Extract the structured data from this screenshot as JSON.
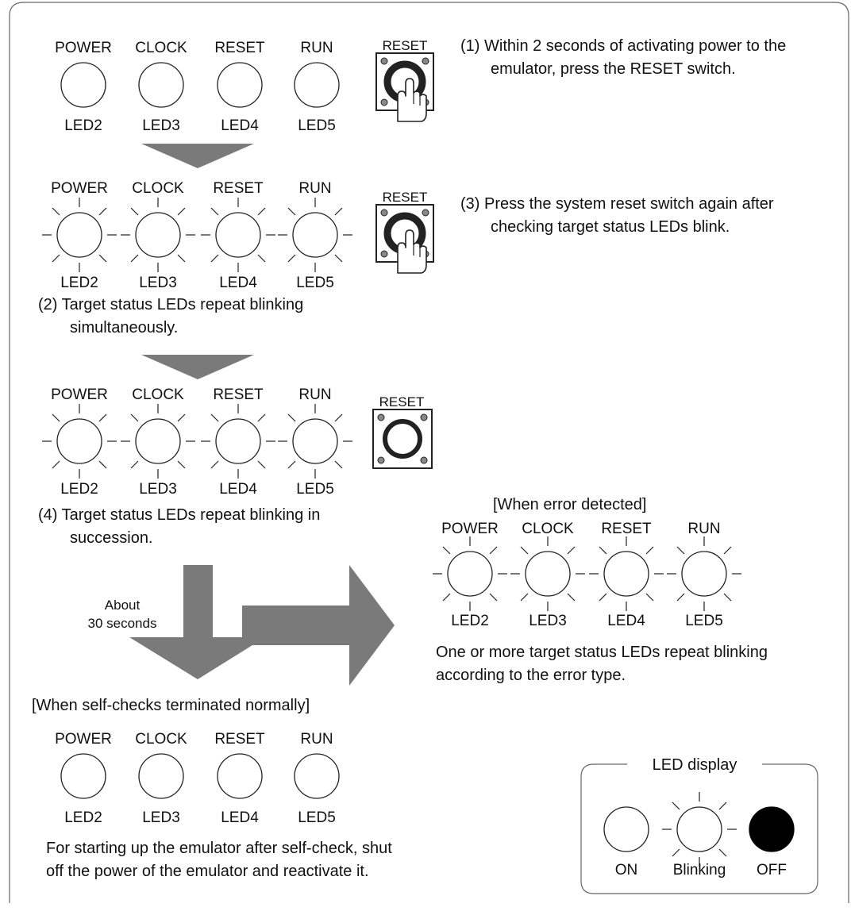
{
  "step1": {
    "leds": [
      {
        "name": "POWER",
        "id": "LED2",
        "state": "on"
      },
      {
        "name": "CLOCK",
        "id": "LED3",
        "state": "on"
      },
      {
        "name": "RESET",
        "id": "LED4",
        "state": "on"
      },
      {
        "name": "RUN",
        "id": "LED5",
        "state": "on"
      }
    ],
    "switch_label": "RESET",
    "note_l1": "(1) Within 2 seconds of activating power to the",
    "note_l2": "emulator, press the RESET switch."
  },
  "step2": {
    "leds": [
      {
        "name": "POWER",
        "id": "LED2",
        "state": "blinking"
      },
      {
        "name": "CLOCK",
        "id": "LED3",
        "state": "blinking"
      },
      {
        "name": "RESET",
        "id": "LED4",
        "state": "blinking"
      },
      {
        "name": "RUN",
        "id": "LED5",
        "state": "blinking"
      }
    ],
    "switch_label": "RESET",
    "note3_l1": "(3) Press the system reset switch again after",
    "note3_l2": "checking target status LEDs blink.",
    "note2_l1": "(2) Target status LEDs repeat blinking",
    "note2_l2": "simultaneously."
  },
  "step4": {
    "leds": [
      {
        "name": "POWER",
        "id": "LED2",
        "state": "blinking"
      },
      {
        "name": "CLOCK",
        "id": "LED3",
        "state": "blinking"
      },
      {
        "name": "RESET",
        "id": "LED4",
        "state": "blinking"
      },
      {
        "name": "RUN",
        "id": "LED5",
        "state": "blinking"
      }
    ],
    "switch_label": "RESET",
    "note_l1": "(4) Target status LEDs repeat blinking in",
    "note_l2": "succession."
  },
  "timing": {
    "l1": "About",
    "l2": "30 seconds"
  },
  "error": {
    "title": "[When error detected]",
    "leds": [
      {
        "name": "POWER",
        "id": "LED2",
        "state": "blinking"
      },
      {
        "name": "CLOCK",
        "id": "LED3",
        "state": "blinking"
      },
      {
        "name": "RESET",
        "id": "LED4",
        "state": "blinking"
      },
      {
        "name": "RUN",
        "id": "LED5",
        "state": "blinking"
      }
    ],
    "note_l1": "One or more target status LEDs repeat blinking",
    "note_l2": "according to the error type."
  },
  "normal": {
    "title": "[When self-checks terminated normally]",
    "leds": [
      {
        "name": "POWER",
        "id": "LED2",
        "state": "on"
      },
      {
        "name": "CLOCK",
        "id": "LED3",
        "state": "on"
      },
      {
        "name": "RESET",
        "id": "LED4",
        "state": "on"
      },
      {
        "name": "RUN",
        "id": "LED5",
        "state": "on"
      }
    ],
    "note_l1": "For starting up the emulator after self-check, shut",
    "note_l2": "off the power of the emulator and reactivate it."
  },
  "legend": {
    "title": "LED display",
    "on": "ON",
    "blinking": "Blinking",
    "off": "OFF"
  },
  "colors": {
    "arrow": "#7a7a7a",
    "led_off": "#000000"
  }
}
